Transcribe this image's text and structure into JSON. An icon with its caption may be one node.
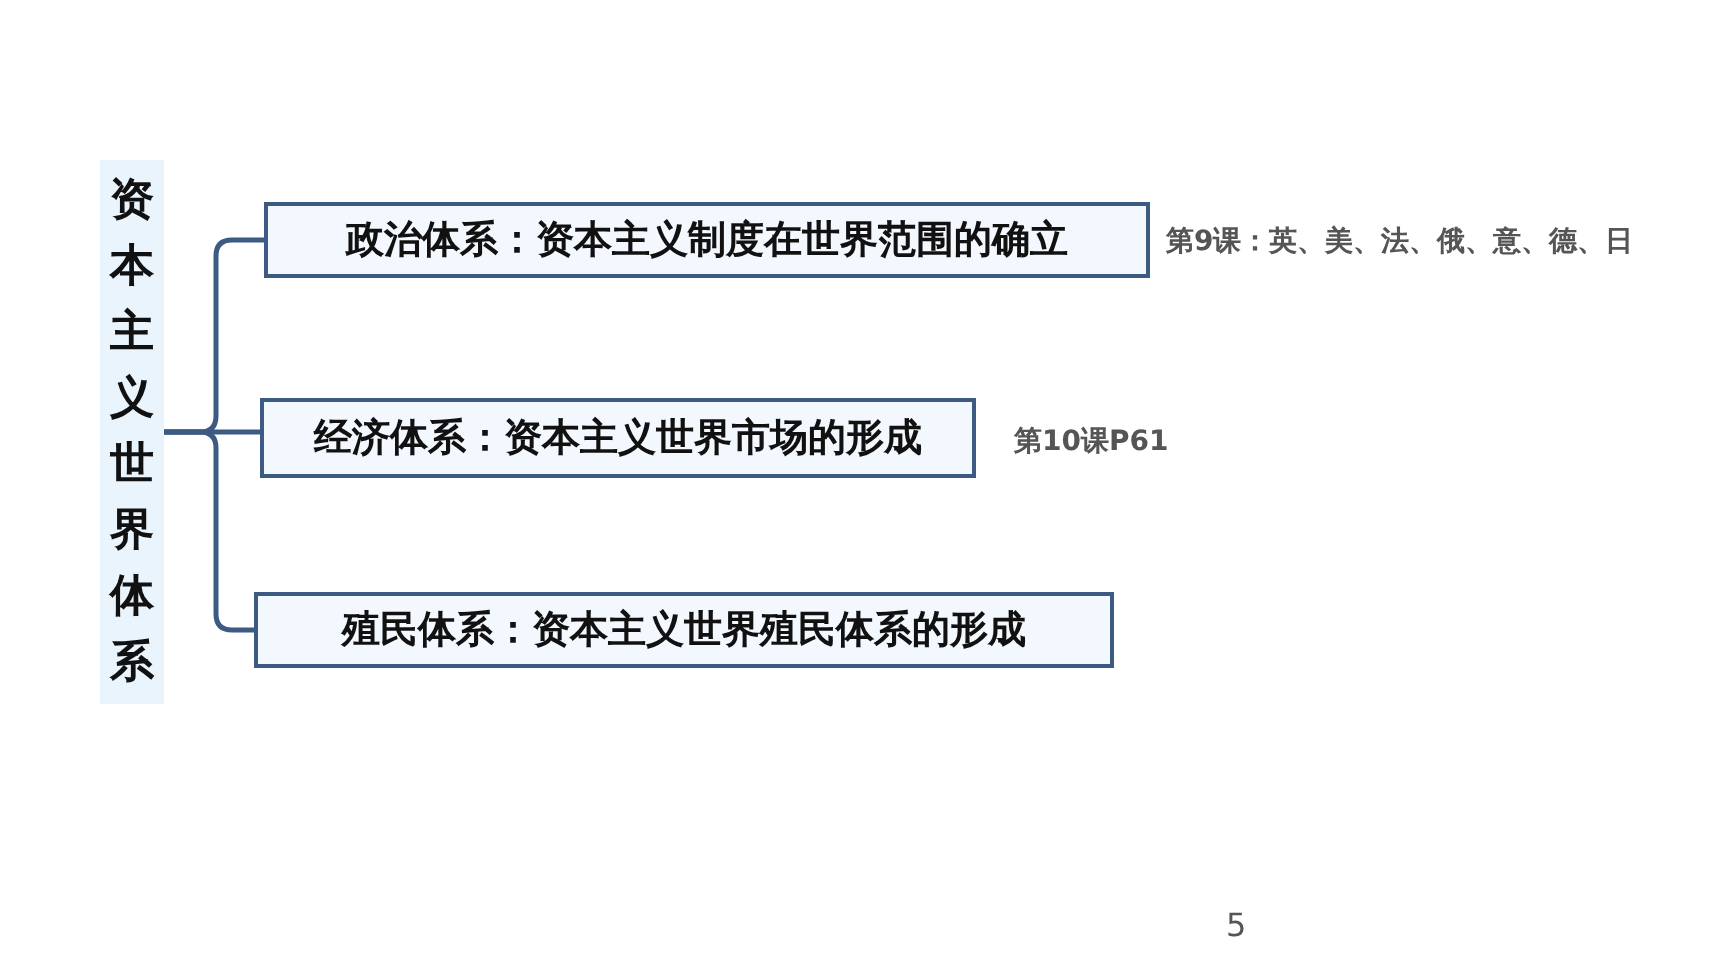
{
  "diagram": {
    "nodes": [
      {
        "text": [
          "资本主义世界体系"
        ]
      },
      {
        "text": [
          "政治体系：资本主义制度在世界范围的确立"
        ],
        "beside": [
          "第9课：英、美、法、俄、意、德、日"
        ]
      },
      {
        "text": [
          "经济体系：资本主义世界市场的形成"
        ],
        "beside": [
          "第10课P61"
        ]
      },
      {
        "text": [
          "殖民体系：资本主义世界殖民体系的形成"
        ]
      }
    ],
    "edges": [
      {
        "from": 0,
        "to": 1,
        "arrow": "none"
      },
      {
        "from": 0,
        "to": 2,
        "arrow": "none"
      },
      {
        "from": 0,
        "to": 3,
        "arrow": "none"
      }
    ],
    "labels": [
      "5"
    ]
  }
}
